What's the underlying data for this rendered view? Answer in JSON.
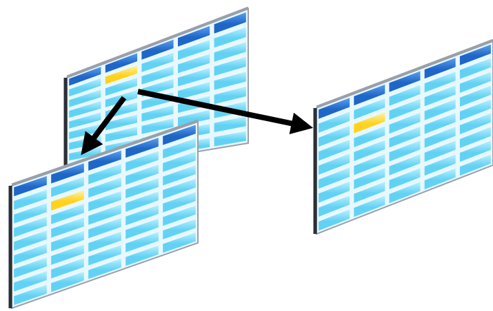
{
  "diagram": {
    "kind": "linked-spreadsheet-cells",
    "grid": {
      "header_rows": 1,
      "body_rows": 8,
      "columns": 5
    },
    "sheets": [
      {
        "id": "source-sheet",
        "highlighted_cell": {
          "row": 1,
          "col": 1
        }
      },
      {
        "id": "lower-sheet",
        "highlighted_cell": {
          "row": 2,
          "col": 1
        }
      },
      {
        "id": "right-sheet",
        "highlighted_cell": {
          "row": 2,
          "col": 1
        }
      }
    ],
    "links": [
      {
        "from": "source-sheet",
        "to": "lower-sheet"
      },
      {
        "from": "source-sheet",
        "to": "right-sheet"
      }
    ],
    "colors": {
      "header": "#1e66c8",
      "header_light": "#5aa0ee",
      "cell": "#62d2f4",
      "cell_light": "#b8f0ff",
      "highlight": "#ffd21e",
      "highlight_light": "#fff3a0",
      "grid_line": "#e8f8ff",
      "frame_side": "#2b2f36",
      "frame_top": "#9aa0a8",
      "arrow": "#000000"
    }
  }
}
